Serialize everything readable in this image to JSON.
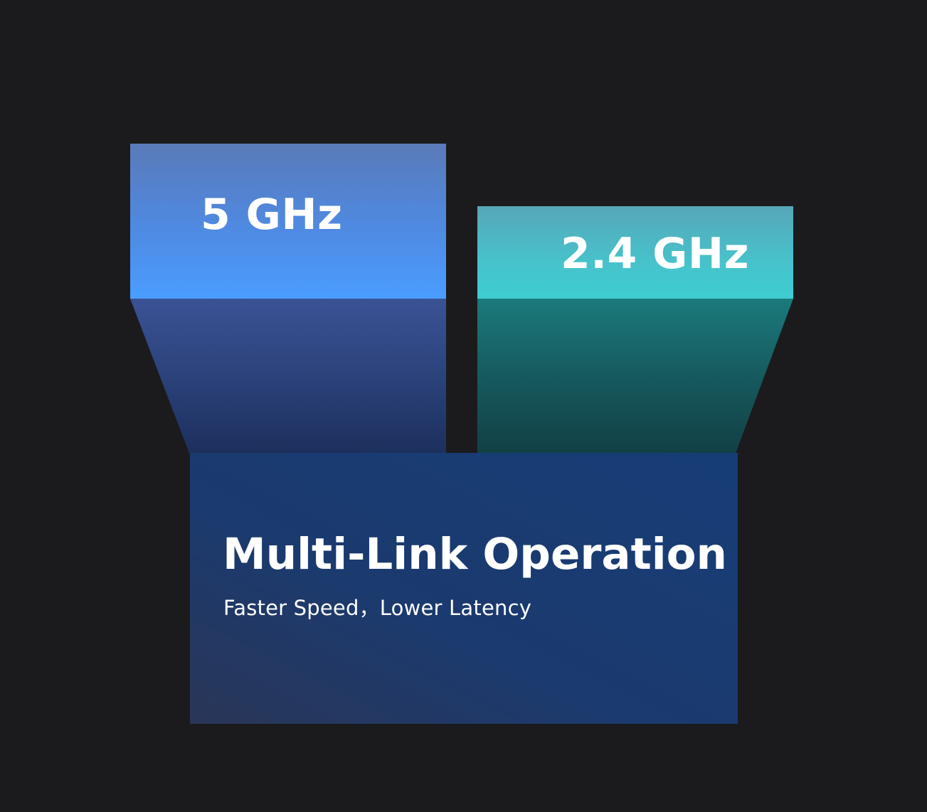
{
  "bands": [
    {
      "label": "5 GHz",
      "color": "#4a9bff"
    },
    {
      "label": "2.4 GHz",
      "color": "#3fcbcf"
    }
  ],
  "combined": {
    "title": "Multi-Link Operation",
    "subtitle": "Faster Speed，Lower Latency",
    "color": "#173d75"
  },
  "background_color": "#1b1b1d"
}
